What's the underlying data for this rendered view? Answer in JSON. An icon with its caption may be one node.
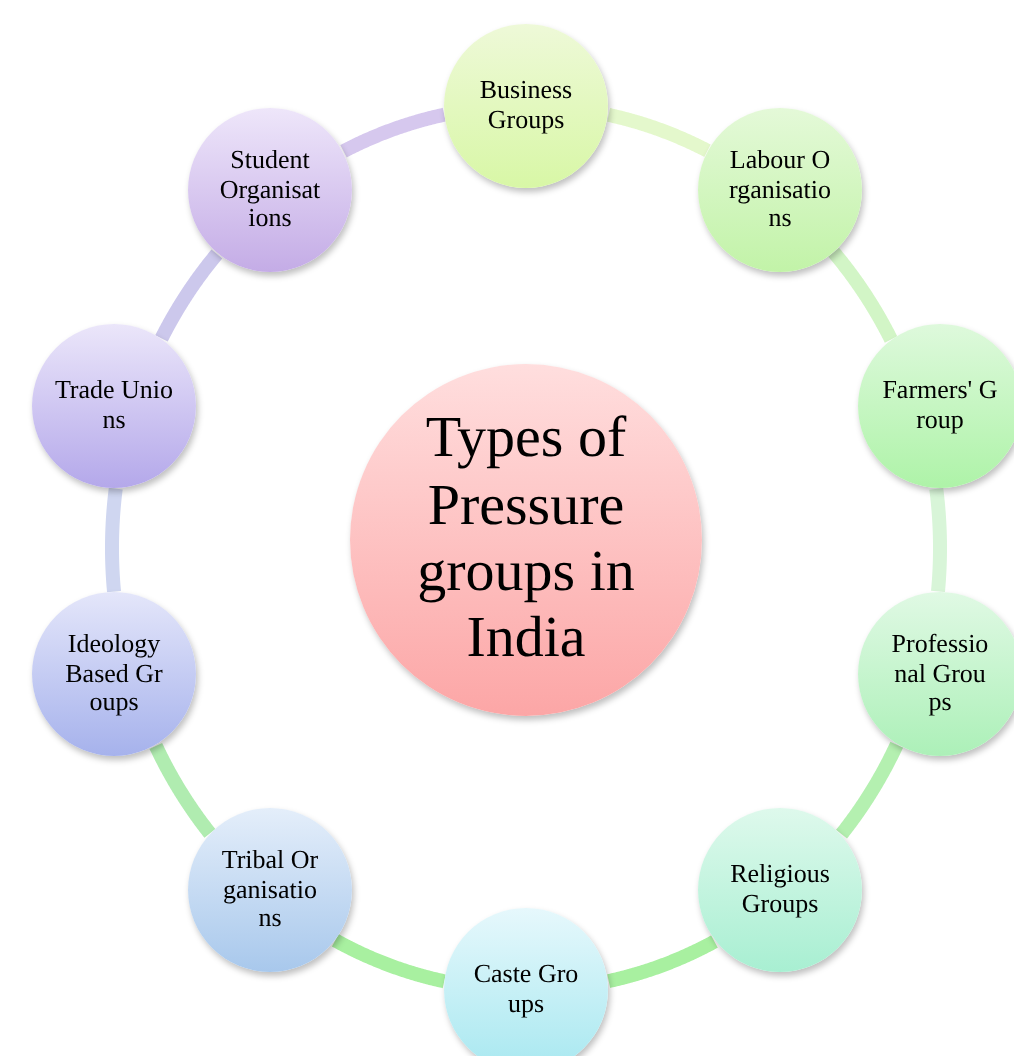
{
  "diagram": {
    "nodes": [
      {
        "text": [
          "Types of Pressure groups in India"
        ]
      },
      {
        "text": [
          "Business Groups"
        ]
      },
      {
        "text": [
          "Labour Organisations"
        ]
      },
      {
        "text": [
          "Farmers' Group"
        ]
      },
      {
        "text": [
          "Professional Groups"
        ]
      },
      {
        "text": [
          "Religious Groups"
        ]
      },
      {
        "text": [
          "Caste Groups"
        ]
      },
      {
        "text": [
          "Tribal Organisations"
        ]
      },
      {
        "text": [
          "Ideology Based Groups"
        ]
      },
      {
        "text": [
          "Trade Unions"
        ]
      },
      {
        "text": [
          "Student Organisations"
        ]
      }
    ],
    "edges": [
      {
        "from": 1,
        "to": 2,
        "arrow": "none",
        "color": "#e4f8cc"
      },
      {
        "from": 2,
        "to": 3,
        "arrow": "none",
        "color": "#d2f5c6"
      },
      {
        "from": 3,
        "to": 4,
        "arrow": "none",
        "color": "#d8f5d8"
      },
      {
        "from": 4,
        "to": 5,
        "arrow": "none",
        "color": "#b4f0b0"
      },
      {
        "from": 5,
        "to": 6,
        "arrow": "none",
        "color": "#a8f0a0"
      },
      {
        "from": 6,
        "to": 7,
        "arrow": "none",
        "color": "#a8f0a0"
      },
      {
        "from": 7,
        "to": 8,
        "arrow": "none",
        "color": "#b0ecb0"
      },
      {
        "from": 8,
        "to": 9,
        "arrow": "none",
        "color": "#cfd6f0"
      },
      {
        "from": 9,
        "to": 10,
        "arrow": "none",
        "color": "#ccc8ec"
      },
      {
        "from": 10,
        "to": 1,
        "arrow": "none",
        "color": "#d6c8ee"
      }
    ]
  }
}
